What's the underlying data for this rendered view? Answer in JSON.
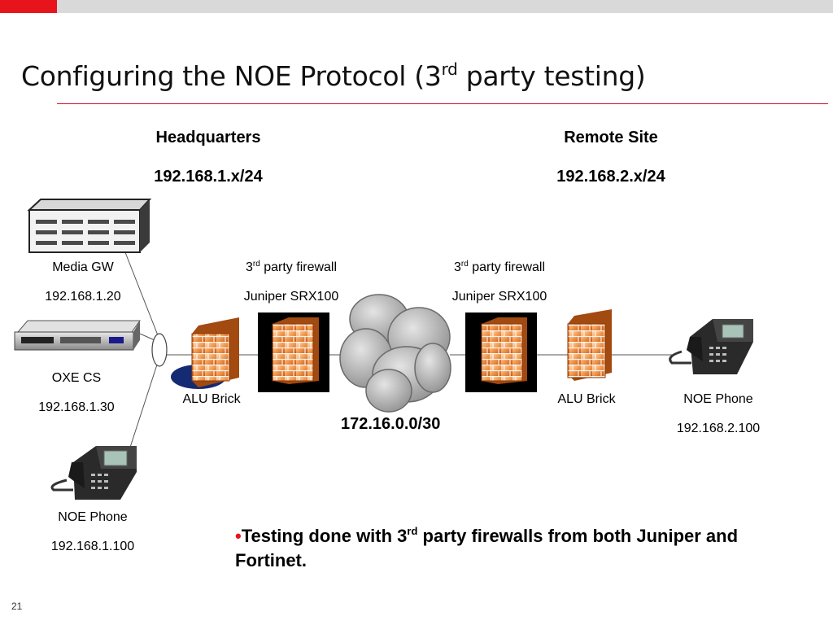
{
  "slide": {
    "title_prefix": "Configuring the NOE Protocol (3",
    "title_sup": "rd",
    "title_suffix": " party testing)",
    "page_number": "21",
    "accent_color": "#e8141c"
  },
  "sites": {
    "hq_title": "Headquarters",
    "hq_subnet": "192.168.1.x/24",
    "remote_title": "Remote Site",
    "remote_subnet": "192.168.2.x/24"
  },
  "devices": {
    "media_gw": {
      "name": "Media GW",
      "ip": "192.168.1.20"
    },
    "oxe_cs": {
      "name": "OXE CS",
      "ip": "192.168.1.30"
    },
    "hq_phone": {
      "name": "NOE Phone",
      "ip": "192.168.1.100"
    },
    "hq_brick": {
      "name": "ALU Brick"
    },
    "hq_firewall": {
      "sup_num": "3",
      "sup": "rd",
      "label_suffix": " party firewall",
      "model": "Juniper SRX100"
    },
    "wan": {
      "subnet": "172.16.0.0/30"
    },
    "remote_firewall": {
      "sup_num": "3",
      "sup": "rd",
      "label_suffix": " party firewall",
      "model": "Juniper SRX100"
    },
    "remote_brick": {
      "name": "ALU Brick"
    },
    "remote_phone": {
      "name": "NOE Phone",
      "ip": "192.168.2.100"
    }
  },
  "note": {
    "prefix": "Testing done with 3",
    "sup": "rd",
    "suffix": " party firewalls from both Juniper and Fortinet."
  }
}
